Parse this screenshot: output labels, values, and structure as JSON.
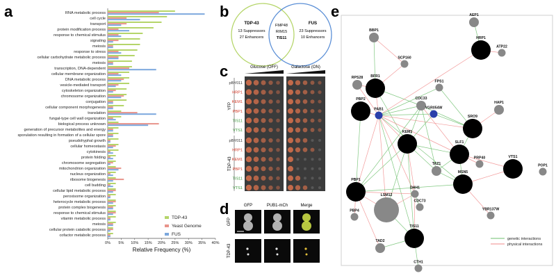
{
  "panels": {
    "a": "a",
    "b": "b",
    "c": "c",
    "d": "d",
    "e": "e"
  },
  "chart_data": {
    "type": "bar",
    "orientation": "horizontal",
    "xlabel": "Relative Frequency (%)",
    "xlim": [
      0,
      40
    ],
    "x_ticks": [
      "0%",
      "5%",
      "10%",
      "15%",
      "20%",
      "25%",
      "30%",
      "35%",
      "40%"
    ],
    "legend_position": "bottom-right",
    "categories": [
      "RNA metabolic process",
      "cell cycle",
      "transport",
      "protein modification process",
      "response to chemical stimulus",
      "signaling",
      "meiosis",
      "response to stress",
      "cellular carbohydrate metabolic process",
      "meiosis",
      "transcription, DNA-dependent",
      "cellular membrane organization",
      "DNA metabolic process",
      "vesicle-mediated transport",
      "cytoskeleton organization",
      "chromosome organization",
      "conjugation",
      "cellular component morphogenesis",
      "translation",
      "fungal-type cell wall organization",
      "biological process unknown",
      "generation of precursor metabolites and energy",
      "sporulation resulting in formation of a cellular spore",
      "pseudohyphal growth",
      "cellular homeostasis",
      "cytokinesis",
      "protein folding",
      "chromosome segregation",
      "mitochondrion organization",
      "nucleus organization",
      "ribosome biogenesis",
      "cell budding",
      "cellular lipid metabolic process",
      "peroxisome organization",
      "heterocycle metabolic process",
      "protein complex biogenesis",
      "response to chemical stimulus",
      "vitamin metabolic process",
      "meiosis",
      "cellular protein catabolic process",
      "cofactor metabolic process"
    ],
    "series": [
      {
        "name": "TDP-43",
        "color": "#b5d56a",
        "values": [
          25,
          22,
          20,
          17,
          13,
          12,
          12,
          11,
          10,
          9,
          9,
          8,
          8,
          8,
          7,
          7,
          7,
          6,
          5,
          5,
          4,
          4,
          4,
          4,
          4,
          4,
          3,
          3,
          3,
          3,
          3,
          3,
          3,
          3,
          3,
          3,
          3,
          3,
          3,
          2,
          2
        ]
      },
      {
        "name": "Yeast Genome",
        "color": "#e8938a",
        "values": [
          19,
          7,
          7,
          4,
          4,
          4,
          2,
          4,
          4,
          2,
          8,
          4,
          6,
          4,
          3,
          6,
          2,
          2,
          11,
          2,
          19,
          2,
          2,
          1,
          3,
          1,
          1,
          2,
          5,
          1,
          6,
          1,
          3,
          1,
          3,
          2,
          3,
          1,
          2,
          2,
          1
        ]
      },
      {
        "name": "FUS",
        "color": "#7ba7dd",
        "values": [
          36,
          12,
          5,
          8,
          5,
          2,
          2,
          5,
          4,
          2,
          18,
          5,
          5,
          3,
          2,
          5,
          2,
          2,
          18,
          3,
          15,
          2,
          2,
          1,
          2,
          2,
          2,
          1,
          4,
          2,
          2,
          2,
          2,
          1,
          2,
          2,
          2,
          1,
          2,
          1,
          1
        ]
      }
    ]
  },
  "venn": {
    "left": {
      "title": "TDP-43",
      "line1": "13 Suppressors",
      "line2": "27 Enhancers",
      "color": "#b5d56a"
    },
    "right": {
      "title": "FUS",
      "line1": "23 Suppressors",
      "line2": "10 Enhancers",
      "color": "#5b8fd6"
    },
    "overlap": [
      "FMP48",
      "RIM15",
      "TIS11"
    ]
  },
  "spot": {
    "glucose": "Glucose (OFF)",
    "galactose": "Galactose (ON)",
    "groups": [
      {
        "name": "YFP",
        "rows": [
          {
            "label": "pBY011",
            "color": "#333333"
          },
          {
            "label": "HRP1",
            "color": "#d43b2a"
          },
          {
            "label": "KEM1",
            "color": "#d43b2a"
          },
          {
            "label": "PBP1",
            "color": "#d43b2a"
          },
          {
            "label": "TIS11",
            "color": "#3a9a3a"
          },
          {
            "label": "VTS1",
            "color": "#3a9a3a"
          }
        ]
      },
      {
        "name": "TDP-43",
        "rows": [
          {
            "label": "pBY011",
            "color": "#333333"
          },
          {
            "label": "HRP1",
            "color": "#d43b2a"
          },
          {
            "label": "KEM1",
            "color": "#d43b2a"
          },
          {
            "label": "PBP1",
            "color": "#d43b2a"
          },
          {
            "label": "TIS11",
            "color": "#3a9a3a"
          },
          {
            "label": "VTS1",
            "color": "#3a9a3a"
          }
        ]
      }
    ]
  },
  "micro": {
    "columns": [
      "GFP",
      "PUB1-mCh",
      "Merge"
    ],
    "rows": [
      "GFP",
      "TDP-43"
    ]
  },
  "network": {
    "nodes": [
      {
        "name": "AEP1",
        "size": "m",
        "color": "#888888"
      },
      {
        "name": "HRP1",
        "size": "l",
        "color": "#000000"
      },
      {
        "name": "ATP22",
        "size": "s",
        "color": "#888888"
      },
      {
        "name": "BBP1",
        "size": "m",
        "color": "#888888"
      },
      {
        "name": "SCP160",
        "size": "s",
        "color": "#888888"
      },
      {
        "name": "BFR1",
        "size": "l",
        "color": "#000000"
      },
      {
        "name": "RPS28",
        "size": "m",
        "color": "#888888"
      },
      {
        "name": "FPS1",
        "size": "s",
        "color": "#888888"
      },
      {
        "name": "CDC33",
        "size": "m",
        "color": "#888888"
      },
      {
        "name": "HAP1",
        "size": "m",
        "color": "#888888"
      },
      {
        "name": "PBP2",
        "size": "l",
        "color": "#000000"
      },
      {
        "name": "PAB1",
        "size": "s",
        "color": "#2a3faa"
      },
      {
        "name": "YGR054W",
        "size": "s",
        "color": "#2a3faa"
      },
      {
        "name": "SRO9",
        "size": "l",
        "color": "#000000"
      },
      {
        "name": "KEM1",
        "size": "l",
        "color": "#000000"
      },
      {
        "name": "SLF1",
        "size": "l",
        "color": "#000000"
      },
      {
        "name": "PRP40",
        "size": "s",
        "color": "#888888"
      },
      {
        "name": "TAZ1",
        "size": "m",
        "color": "#888888"
      },
      {
        "name": "VTS1",
        "size": "l",
        "color": "#000000"
      },
      {
        "name": "POP1",
        "size": "s",
        "color": "#888888"
      },
      {
        "name": "PBP1",
        "size": "l",
        "color": "#000000"
      },
      {
        "name": "MSN5",
        "size": "l",
        "color": "#000000"
      },
      {
        "name": "DHH1",
        "size": "s",
        "color": "#888888"
      },
      {
        "name": "PBP4",
        "size": "s",
        "color": "#888888"
      },
      {
        "name": "LSM12",
        "size": "xl",
        "color": "#888888"
      },
      {
        "name": "CDC73",
        "size": "s",
        "color": "#888888"
      },
      {
        "name": "YBR137W",
        "size": "s",
        "color": "#888888"
      },
      {
        "name": "TAD2",
        "size": "m",
        "color": "#888888"
      },
      {
        "name": "TIS11",
        "size": "l",
        "color": "#000000"
      },
      {
        "name": "CTH1",
        "size": "s",
        "color": "#888888"
      }
    ],
    "legend": [
      {
        "label": "genetic interactions",
        "color": "#6cbf6c"
      },
      {
        "label": "physical interactions",
        "color": "#f08a8a"
      }
    ]
  }
}
